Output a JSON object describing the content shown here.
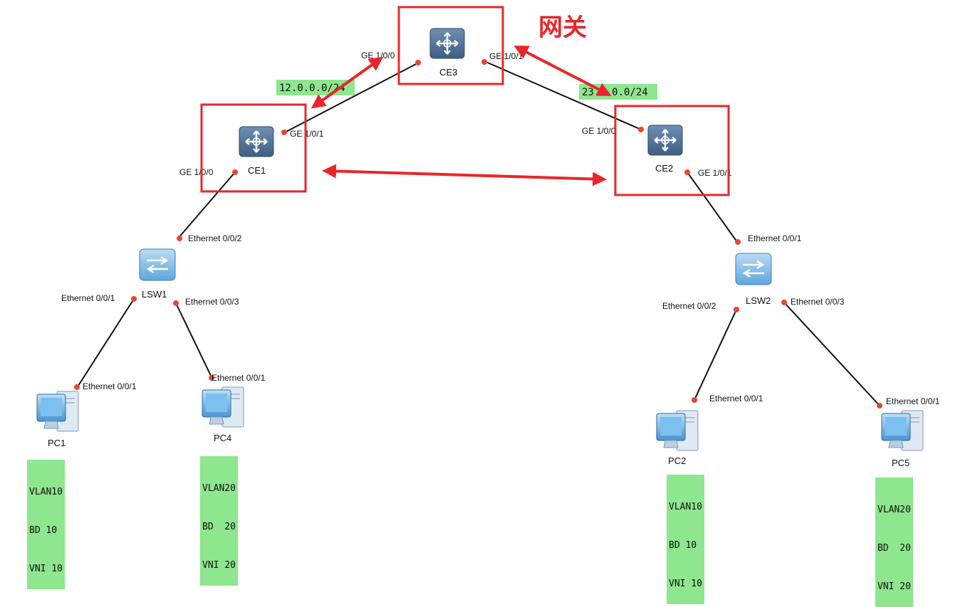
{
  "annotation": {
    "gateway_label": "网关"
  },
  "devices": {
    "ce3": "CE3",
    "ce1": "CE1",
    "ce2": "CE2",
    "lsw1": "LSW1",
    "lsw2": "LSW2",
    "pc1": "PC1",
    "pc4": "PC4",
    "pc2": "PC2",
    "pc5": "PC5"
  },
  "ports": {
    "ce3_ge100": "GE 1/0/0",
    "ce3_ge101": "GE 1/0/1",
    "ce1_ge101": "GE 1/0/1",
    "ce1_ge100": "GE 1/0/0",
    "ce2_ge100": "GE 1/0/0",
    "ce2_ge101": "GE 1/0/1",
    "lsw1_e002": "Ethernet 0/0/2",
    "lsw1_e001": "Ethernet 0/0/1",
    "lsw1_e003": "Ethernet 0/0/3",
    "pc1_e001": "Ethernet 0/0/1",
    "pc4_e001": "Ethernet 0/0/1",
    "lsw2_e001": "Ethernet 0/0/1",
    "lsw2_e002": "Ethernet 0/0/2",
    "lsw2_e003": "Ethernet 0/0/3",
    "pc2_e001": "Ethernet 0/0/1",
    "pc5_e001": "Ethernet 0/0/1"
  },
  "subnets": {
    "left": "12.0.0.0/24",
    "right": "23.0.0.0/24"
  },
  "tags": {
    "pc1": [
      "VLAN10",
      "BD 10",
      "VNI 10"
    ],
    "pc4": [
      "VLAN20",
      "BD  20",
      "VNI 20"
    ],
    "pc2": [
      "VLAN10",
      "BD 10",
      "VNI 10"
    ],
    "pc5": [
      "VLAN20",
      "BD  20",
      "VNI 20"
    ]
  },
  "colors": {
    "highlight": "#e8262a",
    "tag_bg": "#8ee68e",
    "link": "#111111",
    "port_dot": "#ee4433"
  }
}
